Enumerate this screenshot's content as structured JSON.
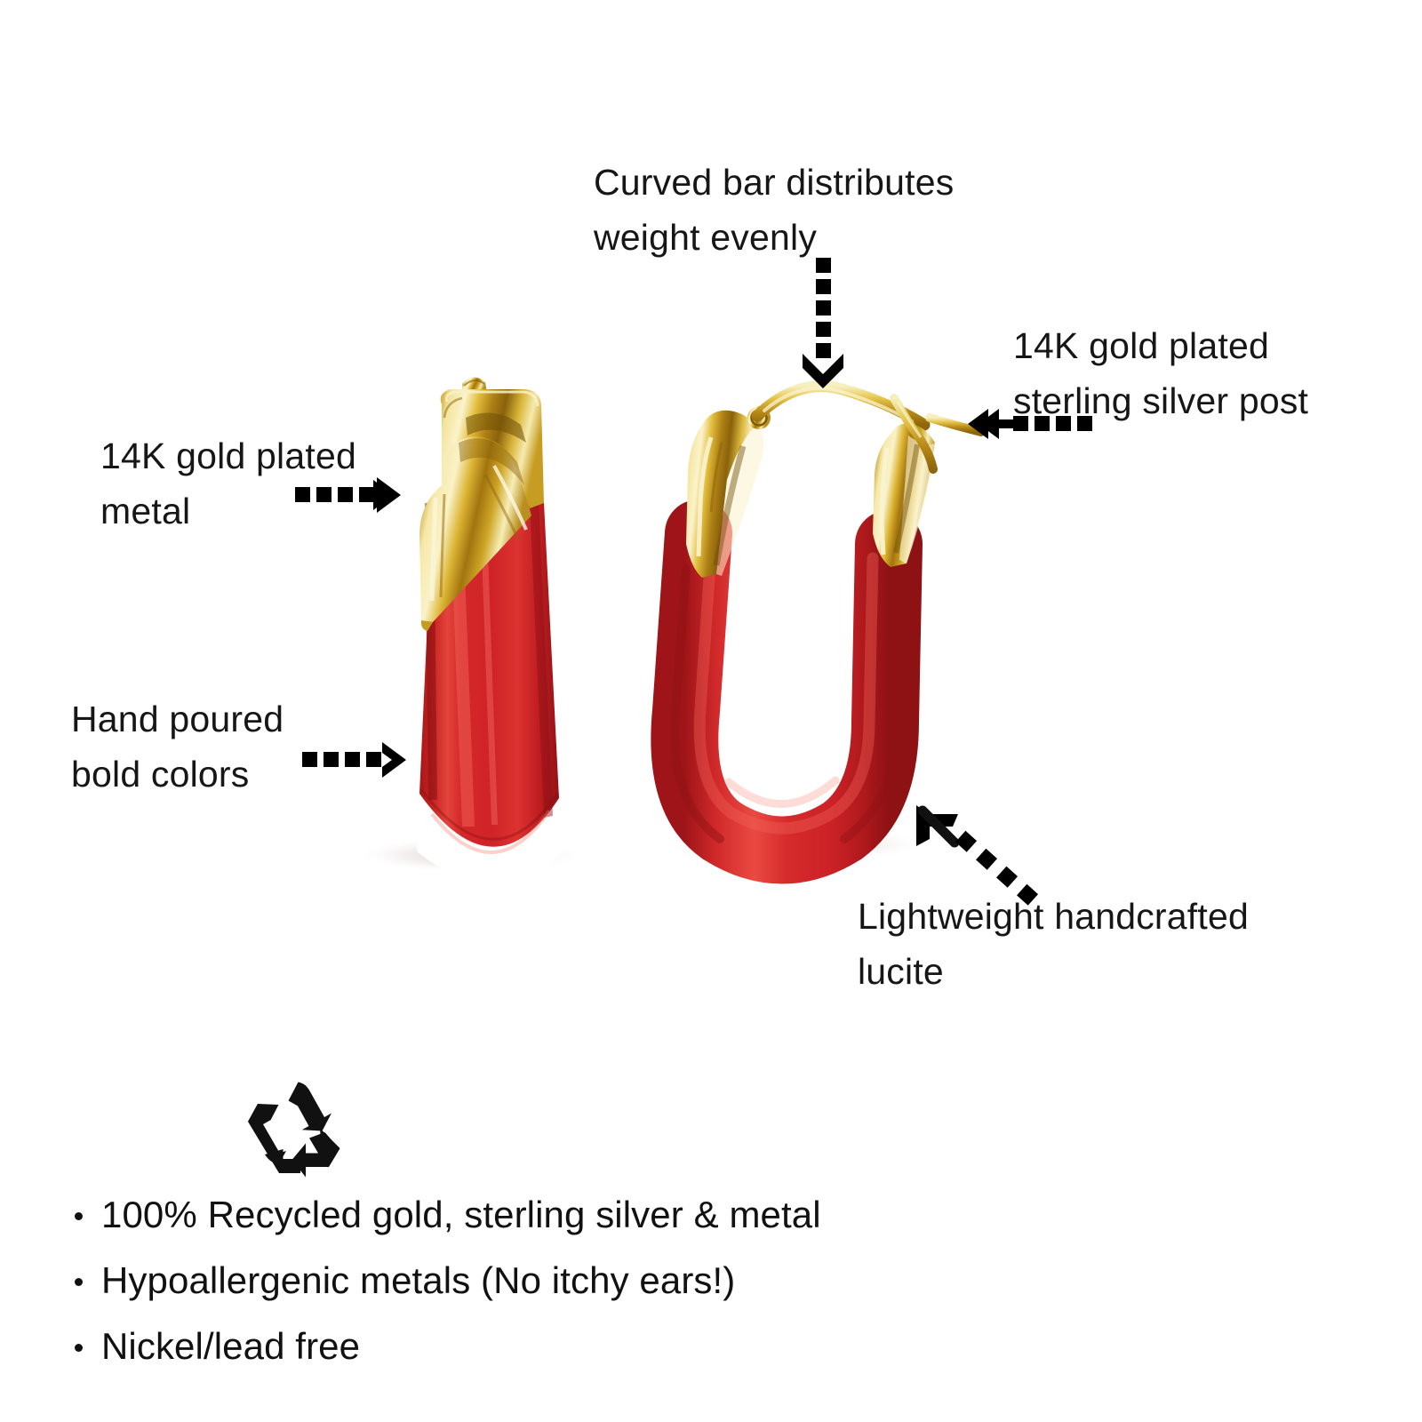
{
  "product": {
    "description": "Red lucite hoop earrings with 14K gold plated caps, shown from the side and front",
    "colors": {
      "lucite_red": "#D8262B",
      "lucite_red_dark": "#9E1418",
      "lucite_red_light": "#EE4B45",
      "gold": "#E8C23A",
      "gold_light": "#F7E79A",
      "gold_dark": "#9A6F10",
      "text": "#161616",
      "background": "#FFFFFF"
    }
  },
  "annotations": [
    {
      "id": "curved-bar",
      "name": "curved-bar-callout",
      "text": "Curved  bar  distributes\nweight evenly",
      "arrow": "arrow-down"
    },
    {
      "id": "post",
      "name": "sterling-post-callout",
      "text": "14K gold plated\nsterling silver post",
      "arrow": "arrow-left"
    },
    {
      "id": "gold-metal",
      "name": "gold-plated-metal-callout",
      "text": "14K gold plated\nmetal",
      "arrow": "arrow-right"
    },
    {
      "id": "bold-colors",
      "name": "hand-poured-colors-callout",
      "text": "Hand poured\nbold colors",
      "arrow": "arrow-right"
    },
    {
      "id": "lucite",
      "name": "lightweight-lucite-callout",
      "text": "Lightweight handcrafted\nlucite",
      "arrow": "arrow-up-left"
    }
  ],
  "features": {
    "icon": "recycle-icon",
    "bullets": [
      "100% Recycled gold, sterling silver & metal",
      "Hypoallergenic metals (No itchy ears!)",
      "Nickel/lead free"
    ]
  }
}
